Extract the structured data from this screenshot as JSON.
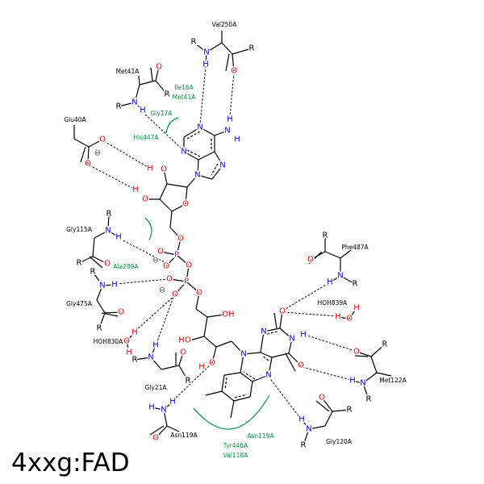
{
  "title": "4xxg:FAD",
  "atoms": {
    "N": "N",
    "O": "O",
    "H": "H",
    "R": "R",
    "P": "P",
    "OH": "OH",
    "HO": "HO",
    "charge": "⊖"
  },
  "residues": {
    "val250": "Val250A",
    "met41": "Met41A",
    "glu40": "Glu40A",
    "gly115": "Gly115A",
    "gly475": "Gly475A",
    "hoh830": "HOH830A",
    "gly21": "Gly21A",
    "asn119": "Asn119A",
    "phe487": "Phe487A",
    "hoh839": "HOH839A",
    "met122": "Met122A",
    "gly120": "Gly120A"
  },
  "hydrophobic": {
    "ile16": "Ile16A",
    "met41": "Met41A",
    "gly17": "Gly17A",
    "his447": "His447A",
    "ala289": "Ala289A",
    "asn119": "Asn119A",
    "tyr446": "Tyr446A",
    "val118": "Val118A"
  },
  "colors": {
    "N": "#0000ff",
    "O": "#ff0000",
    "P": "#e0009a",
    "C": "#000000",
    "hydrophobic": "#009944"
  }
}
